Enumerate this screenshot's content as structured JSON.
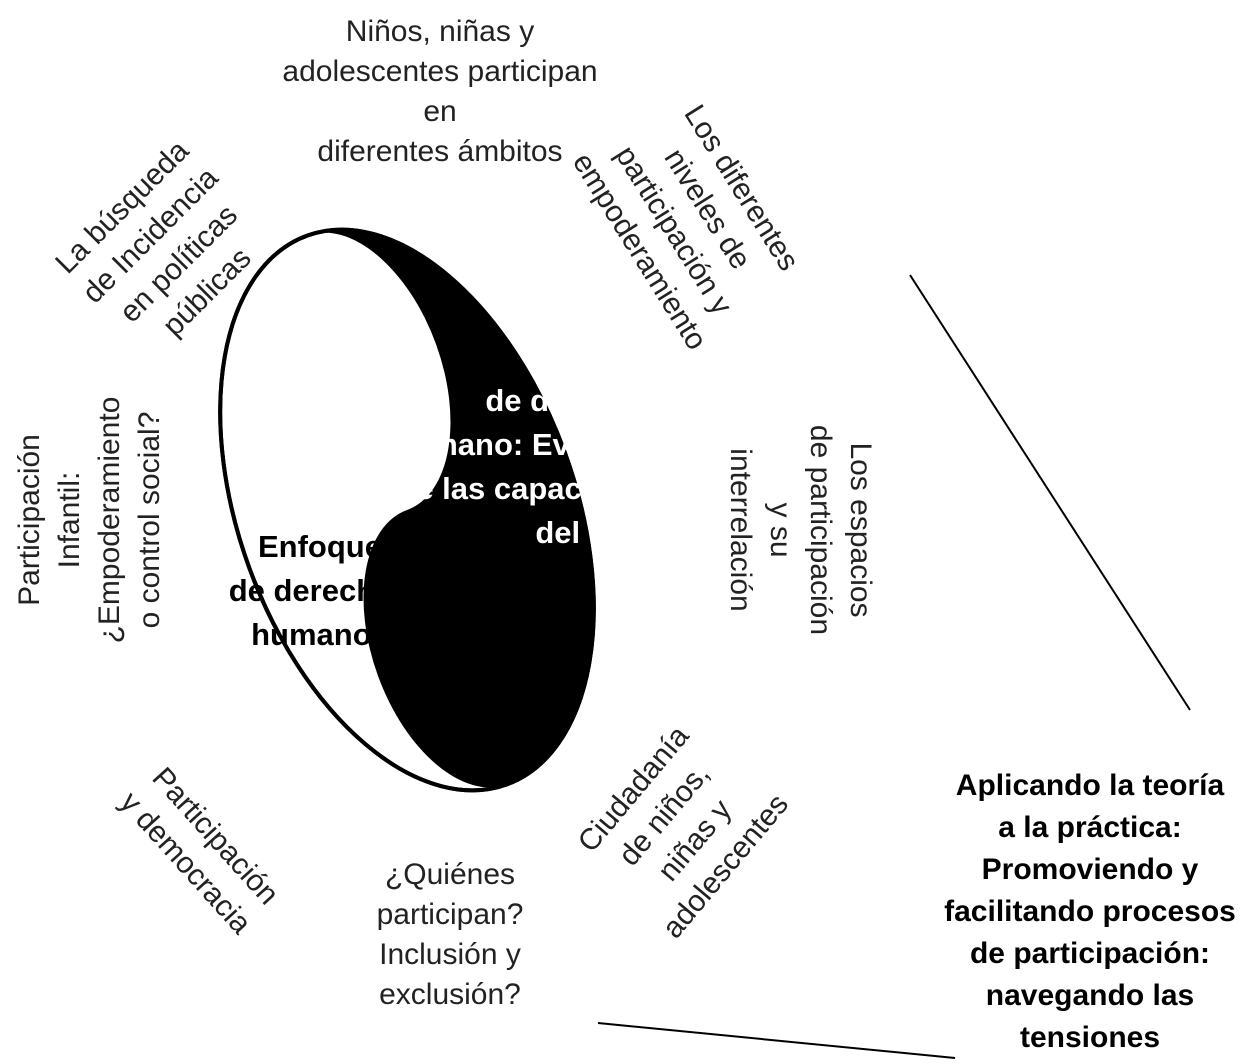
{
  "diagram": {
    "colors": {
      "ink": "#000000",
      "paper": "#ffffff",
      "text": "#222222"
    },
    "center": {
      "dark_label": "Enfoque\nde desarrollo\nhumano: Evolución\nde las capacidades\ndel niño/a",
      "light_label": "Enfoque\nde derechos\nhumanos"
    },
    "surrounding": {
      "top": "Niños, niñas y\nadolescentes participan\nen\ndiferentes ámbitos",
      "top_right": "Los diferentes\nniveles de\nparticipación y\nempoderamiento",
      "right": "Los espacios\nde participación\ny su\ninterrelación",
      "bottom_right": "Ciudadanía\nde niños,\nniñas y\nadolescentes",
      "bottom": "¿Quiénes\nparticipan?\nInclusión y\nexclusión?",
      "bottom_left": "Participación\ny democracia",
      "left": "Participación\nInfantil:\n¿Empoderamiento\no control social?",
      "top_left": "La búsqueda\nde Incidencia\nen políticas\npúblicas"
    },
    "side_note": "Aplicando la teoría\na la práctica:\nPromoviendo y\nfacilitando procesos\nde participación:\nnavegando las\ntensiones"
  }
}
